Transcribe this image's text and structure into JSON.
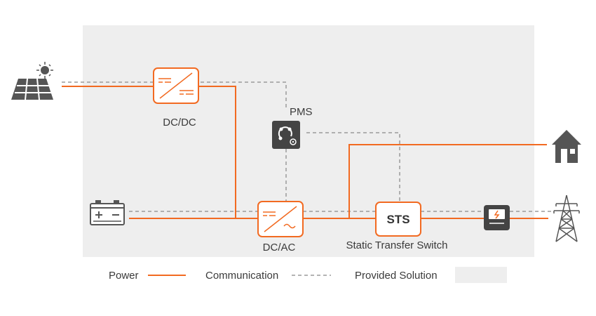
{
  "colors": {
    "power": "#f26a21",
    "communication": "#9a9a9a",
    "solution_area": "#eeeeee",
    "icon_dark": "#444444",
    "icon_outline": "#555555"
  },
  "labels": {
    "dcdc": "DC/DC",
    "dcac": "DC/AC",
    "pms": "PMS",
    "sts": "STS",
    "sts_full": "Static Transfer Switch"
  },
  "legend": {
    "power": "Power",
    "communication": "Communication",
    "provided_solution": "Provided Solution"
  },
  "icons": {
    "solar": "solar-panel-icon",
    "battery": "battery-icon",
    "house": "house-icon",
    "grid": "power-tower-icon",
    "pms": "pms-controller-icon",
    "meter": "energy-meter-icon"
  }
}
